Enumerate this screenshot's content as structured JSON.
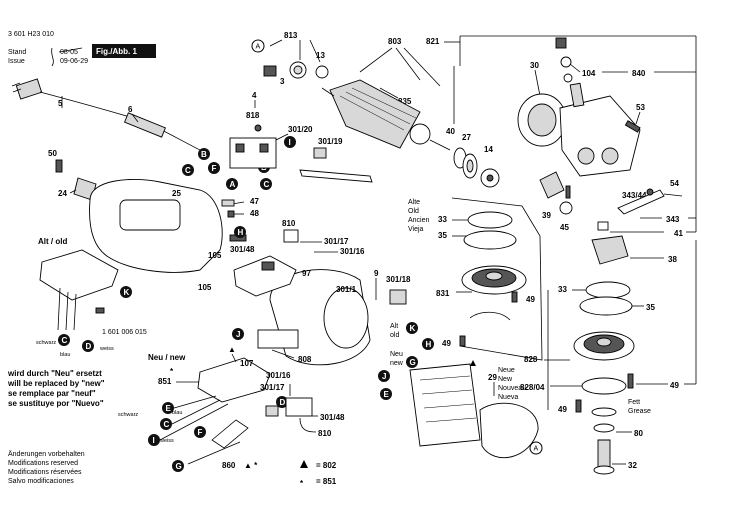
{
  "header": {
    "doc_number": "3 601 H23 010",
    "stand_label": "Stand",
    "stand_value": "08-05",
    "issue_label": "Issue",
    "issue_value": "09-06-29",
    "fig_label": "Fig./Abb. 1"
  },
  "old_label": "Alt / old",
  "new_label": "Neu / new",
  "replacement_notes": [
    "wird durch \"Neu\" ersetzt",
    "will be replaced by \"new\"",
    "se remplace par \"neuf\"",
    "se sustituye por \"Nuevo\""
  ],
  "footer_notes": [
    "Änderungen vorbehalten",
    "Modifications reserved",
    "Modifications réservées",
    "Salvo modificaciones"
  ],
  "legend": {
    "triangle_value": "= 802",
    "star_value": "= 851"
  },
  "old_block": [
    "Alte",
    "Old",
    "Ancien",
    "Vieja"
  ],
  "new_block": [
    "Neue",
    "New",
    "Nouveau",
    "Nueva"
  ],
  "alt_old_small": [
    "Alt",
    "old"
  ],
  "neu_new_small": [
    "Neu",
    "new"
  ],
  "grease": [
    "Fett",
    "Grease"
  ],
  "part_ref_old": "1 601 006 015",
  "wire_labels": {
    "schwarz": "schwarz",
    "blau": "blau",
    "weiss": "weiss"
  },
  "connector_letters": [
    "A",
    "B",
    "C",
    "D",
    "E",
    "F",
    "G",
    "H",
    "I",
    "J",
    "K"
  ],
  "part_numbers": [
    "3",
    "4",
    "5",
    "6",
    "9",
    "13",
    "14",
    "24",
    "25",
    "27",
    "29",
    "30",
    "32",
    "33",
    "35",
    "38",
    "39",
    "40",
    "41",
    "45",
    "47",
    "48",
    "49",
    "50",
    "53",
    "54",
    "80",
    "97",
    "104",
    "105",
    "107",
    "301/1",
    "301/16",
    "301/17",
    "301/18",
    "301/19",
    "301/20",
    "301/48",
    "343",
    "343/44",
    "802",
    "803",
    "808",
    "810",
    "813",
    "818",
    "821",
    "828",
    "828/04",
    "831",
    "835",
    "840",
    "851",
    "860"
  ]
}
